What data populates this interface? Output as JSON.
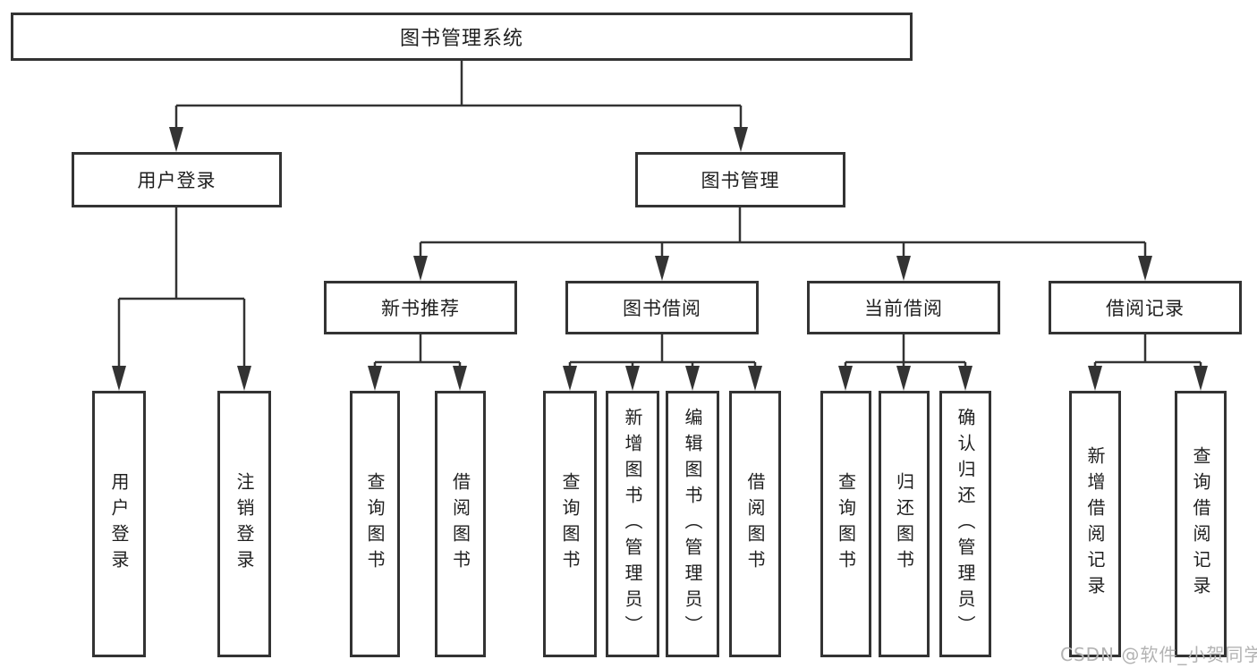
{
  "diagram": {
    "title": "图书管理系统",
    "level2": {
      "user_login": "用户登录",
      "book_mgmt": "图书管理"
    },
    "level3": {
      "new_book": "新书推荐",
      "book_borrow": "图书借阅",
      "current_borrow": "当前借阅",
      "borrow_record": "借阅记录"
    },
    "leaves": {
      "user_login": [
        "用户登录",
        "注销登录"
      ],
      "new_book": [
        "查询图书",
        "借阅图书"
      ],
      "book_borrow": [
        "查询图书",
        "新增图书（管理员）",
        "编辑图书（管理员）",
        "借阅图书"
      ],
      "current_borrow": [
        "查询图书",
        "归还图书",
        "确认归还（管理员）"
      ],
      "borrow_record": [
        "新增借阅记录",
        "查询借阅记录"
      ]
    },
    "watermark": "CSDN @软件_小贺同学",
    "colors": {
      "line": "#333333",
      "text": "#1f1f1f",
      "watermark": "#b3b3b3",
      "background": "#ffffff"
    }
  }
}
